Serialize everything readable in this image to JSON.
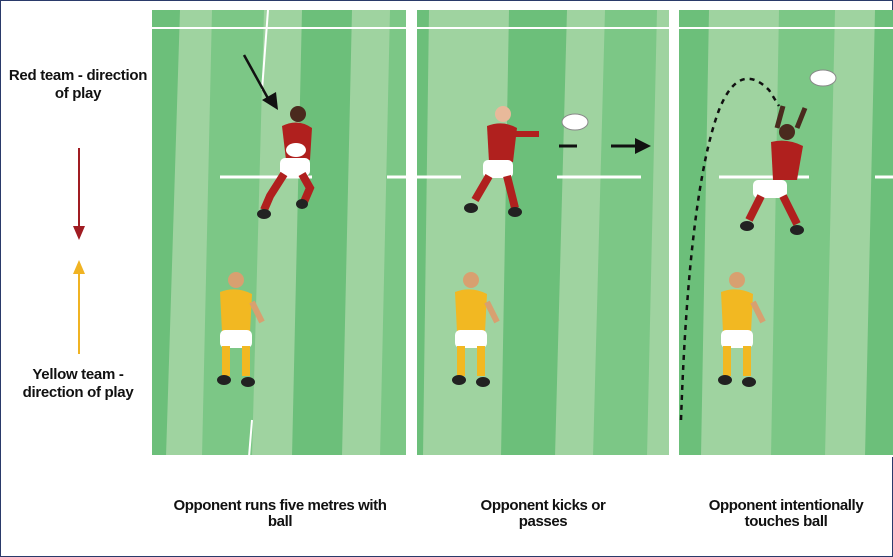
{
  "legend": {
    "red_team": "Red team - direction of play",
    "yellow_team": "Yellow team - direction of play",
    "red_color": "#a01c22",
    "yellow_color": "#f0b323"
  },
  "panels": [
    {
      "caption": "Opponent runs five metres with ball"
    },
    {
      "caption": "Opponent kicks or passes"
    },
    {
      "caption": "Opponent intentionally touches ball"
    }
  ],
  "colors": {
    "pitch_light": "#9fd3a0",
    "pitch_dark": "#6cbf7a",
    "line": "#ffffff",
    "red_kit": "#b0201e",
    "yellow_kit": "#f2b822"
  }
}
